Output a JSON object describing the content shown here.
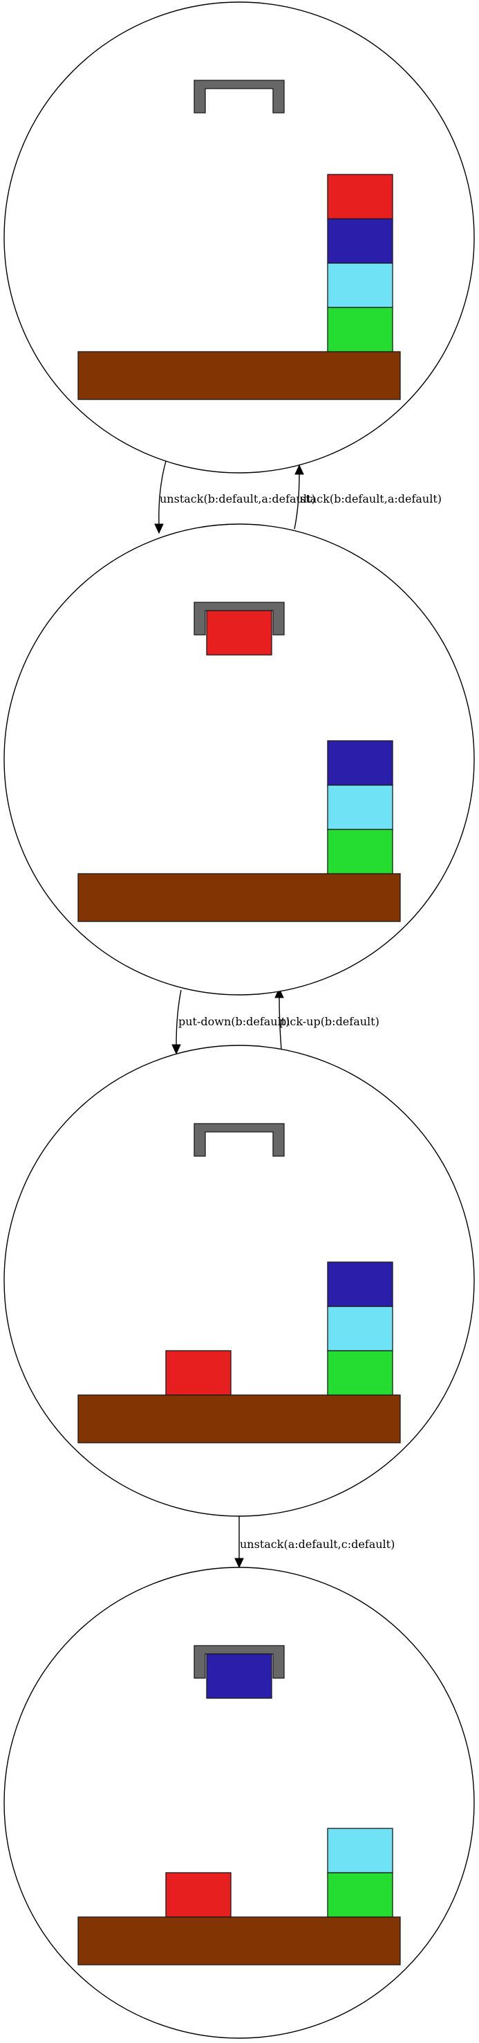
{
  "colors": {
    "red": "#e81f1f",
    "blue": "#2a1eaa",
    "cyan": "#6fe3f5",
    "green": "#25dc30",
    "table": "#823503",
    "gripper": "#676767"
  },
  "states": [
    {
      "holding": null,
      "table": [
        {
          "slot": "right",
          "stack": [
            "green",
            "cyan",
            "blue",
            "red"
          ]
        }
      ]
    },
    {
      "holding": "red",
      "table": [
        {
          "slot": "right",
          "stack": [
            "green",
            "cyan",
            "blue"
          ]
        }
      ]
    },
    {
      "holding": null,
      "table": [
        {
          "slot": "left",
          "stack": [
            "red"
          ]
        },
        {
          "slot": "right",
          "stack": [
            "green",
            "cyan",
            "blue"
          ]
        }
      ]
    },
    {
      "holding": "blue",
      "table": [
        {
          "slot": "left",
          "stack": [
            "red"
          ]
        },
        {
          "slot": "right",
          "stack": [
            "green",
            "cyan"
          ]
        }
      ]
    }
  ],
  "edges": [
    {
      "from": 0,
      "to": 1,
      "label": "unstack(b:default,a:default)"
    },
    {
      "from": 1,
      "to": 0,
      "label": "stack(b:default,a:default)"
    },
    {
      "from": 1,
      "to": 2,
      "label": "put-down(b:default)"
    },
    {
      "from": 2,
      "to": 1,
      "label": "pick-up(b:default)"
    },
    {
      "from": 2,
      "to": 3,
      "label": "unstack(a:default,c:default)"
    }
  ]
}
